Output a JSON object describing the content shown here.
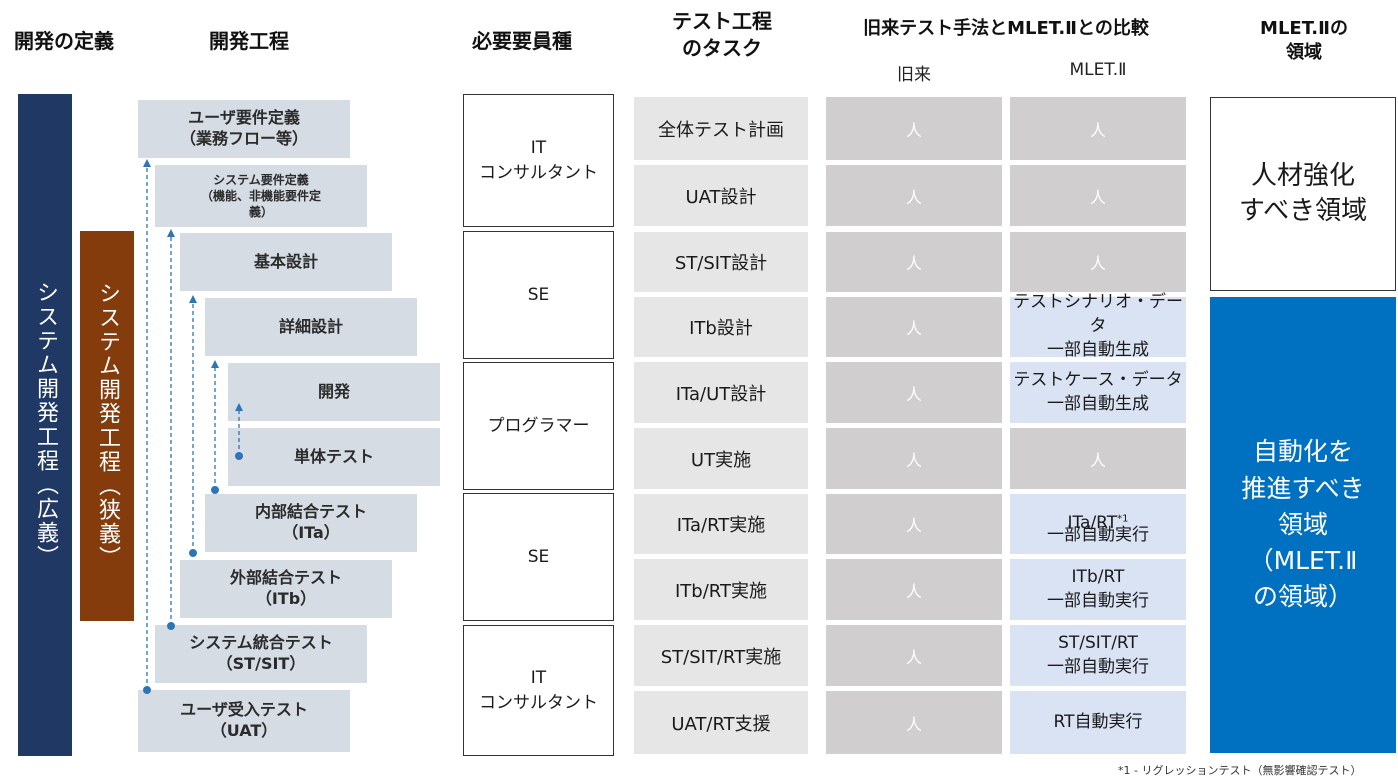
{
  "headers": {
    "definition": "開発の定義",
    "process": "開発工程",
    "staff": "必要要員種",
    "task_line1": "テスト工程",
    "task_line2": "のタスク",
    "compare": "旧来テスト手法とMLET.Ⅱとの比較",
    "old": "旧来",
    "new": "MLET.Ⅱ",
    "area_line1": "MLET.Ⅱの",
    "area_line2": "領域"
  },
  "definitions": {
    "broad": "システム開発工程（広義）",
    "narrow": "システム開発工程（狭義）"
  },
  "phases": [
    "ユーザ要件定義\n（業務フロー等）",
    "システム要件定義\n（機能、非機能要件定\n義）",
    "基本設計",
    "詳細設計",
    "開発",
    "単体テスト",
    "内部結合テスト\n（ITa）",
    "外部結合テスト\n（ITb）",
    "システム統合テスト\n（ST/SIT）",
    "ユーザ受入テスト\n（UAT）"
  ],
  "staff": [
    "IT\nコンサルタント",
    "SE",
    "プログラマー",
    "SE",
    "IT\nコンサルタント"
  ],
  "tasks": [
    "全体テスト計画",
    "UAT設計",
    "ST/SIT設計",
    "ITb設計",
    "ITa/UT設計",
    "UT実施",
    "ITa/RT実施",
    "ITb/RT実施",
    "ST/SIT/RT実施",
    "UAT/RT支援"
  ],
  "old_cells": [
    "人",
    "人",
    "人",
    "人",
    "人",
    "人",
    "人",
    "人",
    "人",
    "人"
  ],
  "new_cells": [
    "人",
    "人",
    "人",
    "テストシナリオ・データ\n一部自動生成",
    "テストケース・データ\n一部自動生成",
    "人",
    "ITa/RT",
    "ITb/RT\n一部自動実行",
    "ST/SIT/RT\n一部自動実行",
    "RT自動実行"
  ],
  "new_cell7_sup": "*1",
  "new_cell7_line2": "一部自動実行",
  "areas": {
    "human": "人材強化\nすべき領域",
    "auto": "自動化を\n推進すべき\n領域\n（MLET.Ⅱ\nの領域）"
  },
  "footnote": "*1 - リグレッションテスト（無影響確認テスト）",
  "colors": {
    "broad_band": "#203864",
    "narrow_band": "#843c0c",
    "auto_area": "#0070c0",
    "arrow": "#2e75b6"
  }
}
